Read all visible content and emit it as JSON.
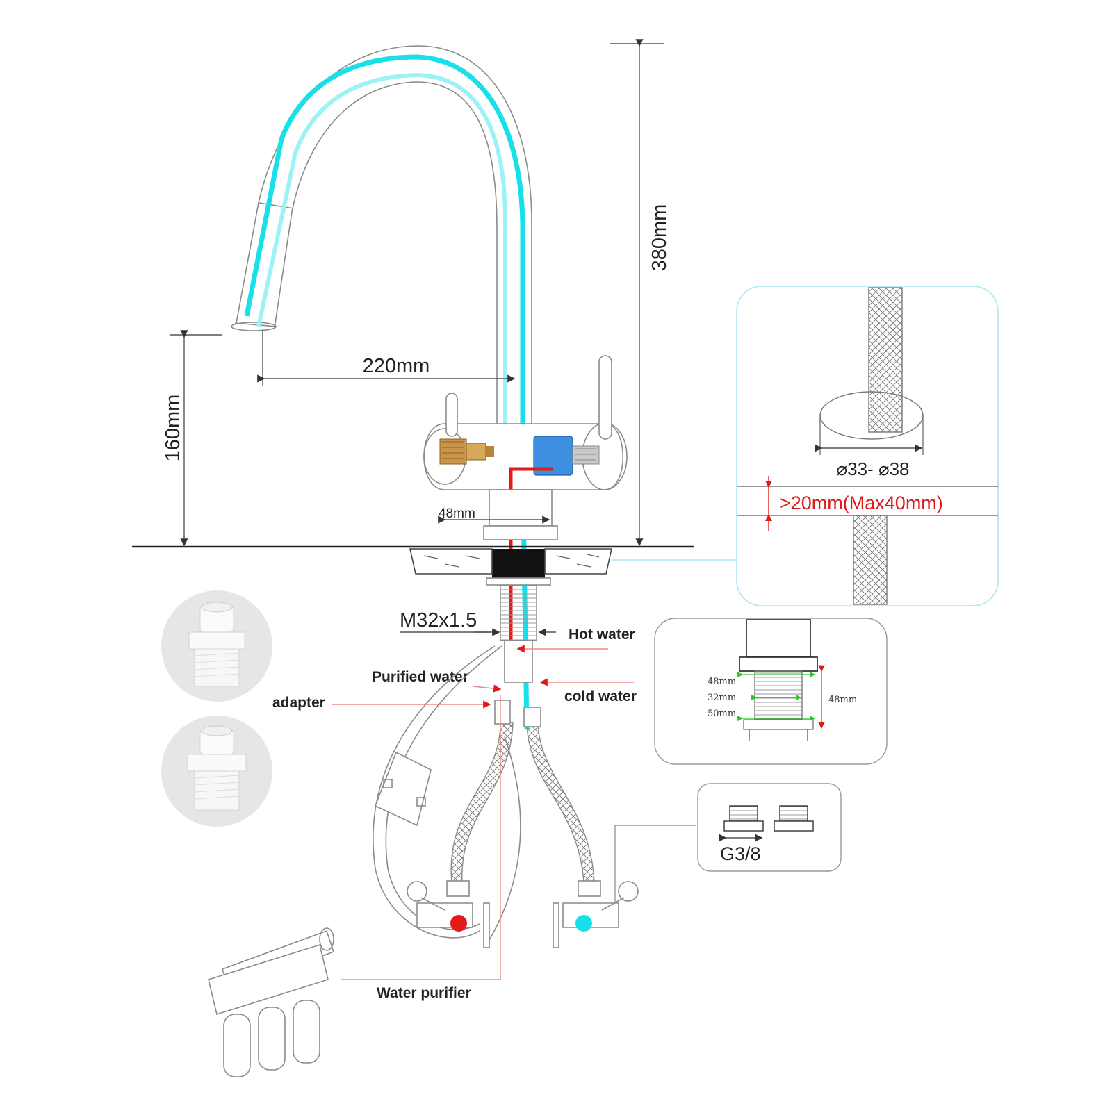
{
  "dimensions": {
    "reach": "220mm",
    "spout_height": "160mm",
    "total_height": "380mm",
    "base_diameter": "48mm",
    "thread": "M32x1.5"
  },
  "labels": {
    "hot_water": "Hot water",
    "purified_water": "Purified water",
    "cold_water": "cold water",
    "adapter": "adapter",
    "water_purifier": "Water purifier"
  },
  "hole_detail": {
    "diameter_range": "⌀33- ⌀38",
    "counter_thickness": ">20mm(Max40mm)"
  },
  "base_detail": {
    "dim_1": "48mm",
    "dim_2": "32mm",
    "dim_3": "50mm",
    "height": "48mm"
  },
  "connector_detail": {
    "thread": "G3/8"
  },
  "colors": {
    "cold_line": "#18e0ea",
    "purified_line": "#9ef2f6",
    "hot_line": "#e41a1a",
    "outline": "#8a8a8a",
    "detail_box_border": "#a8e8ee"
  }
}
